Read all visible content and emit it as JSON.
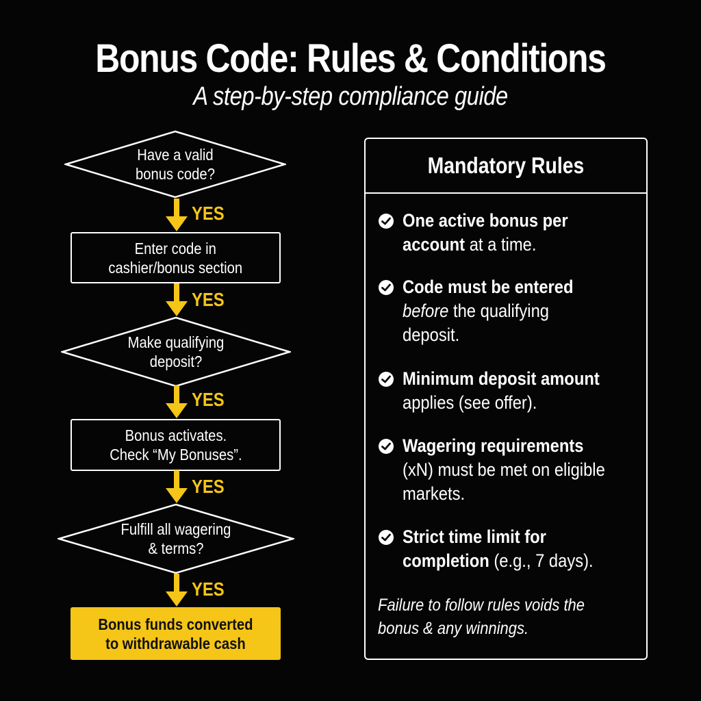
{
  "header": {
    "title": "Bonus Code: Rules & Conditions",
    "subtitle": "A step-by-step compliance guide"
  },
  "colors": {
    "background": "#050505",
    "accent_yellow": "#f5c518",
    "text": "#ffffff"
  },
  "flowchart": {
    "steps": [
      {
        "type": "decision",
        "line1": "Have a valid",
        "line2": "bonus code?"
      },
      {
        "type": "process",
        "line1": "Enter code in",
        "line2": "cashier/bonus section"
      },
      {
        "type": "decision",
        "line1": "Make qualifying",
        "line2": "deposit?"
      },
      {
        "type": "process",
        "line1": "Bonus activates.",
        "line2": "Check “My Bonuses”."
      },
      {
        "type": "decision",
        "line1": "Fulfill all wagering",
        "line2": "& terms?"
      },
      {
        "type": "terminal",
        "line1": "Bonus funds converted",
        "line2": "to withdrawable cash"
      }
    ],
    "connectors": [
      {
        "label": "YES"
      },
      {
        "label": "YES"
      },
      {
        "label": "YES"
      },
      {
        "label": "YES"
      },
      {
        "label": "YES"
      }
    ]
  },
  "rules_panel": {
    "title": "Mandatory Rules",
    "icon": "check-circle-icon",
    "rules": [
      {
        "bold1": "One active bonus per",
        "bold2": "account",
        "rest2": " at a time."
      },
      {
        "bold1": "Code must be entered",
        "italic2": "before",
        "rest2": " the qualifying",
        "line3": "deposit."
      },
      {
        "bold1": "Minimum deposit amount",
        "line2": "applies (see offer)."
      },
      {
        "bold1": "Wagering requirements",
        "line2": "(xN) must be met on eligible",
        "line3": "markets."
      },
      {
        "bold1": "Strict time limit for",
        "bold2": "completion",
        "rest2": " (e.g., 7 days)."
      }
    ],
    "footnote_line1": "Failure to follow rules voids the",
    "footnote_line2": "bonus & any winnings."
  }
}
